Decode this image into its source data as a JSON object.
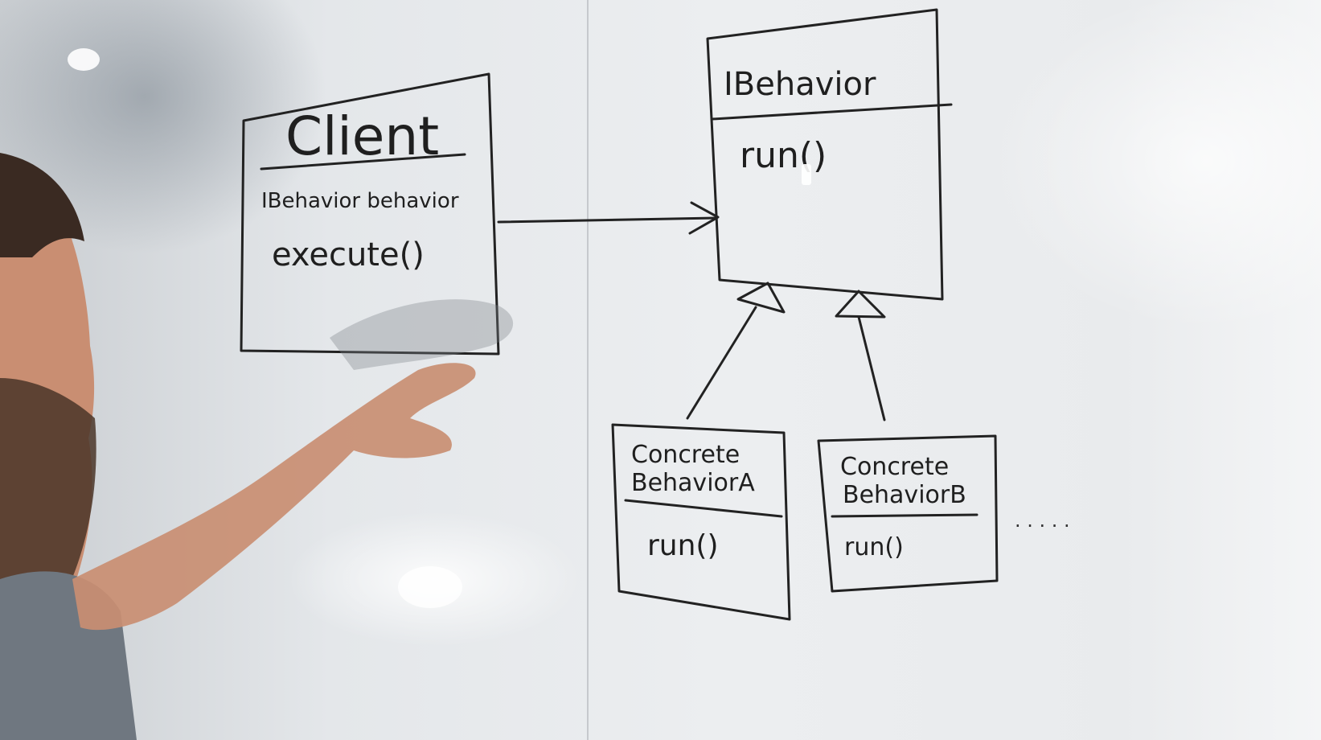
{
  "diagram": {
    "client_box": {
      "title": "Client",
      "field": "IBehavior behavior",
      "method": "execute()"
    },
    "interface_box": {
      "title": "IBehavior",
      "method": "run()"
    },
    "concrete_a": {
      "title_line1": "Concrete",
      "title_line2": "BehaviorA",
      "method": "run()"
    },
    "concrete_b": {
      "title_line1": "Concrete",
      "title_line2": "BehaviorB",
      "method": "run()"
    },
    "ellipsis": "· · · · ·"
  },
  "colors": {
    "ink": "#222222",
    "board": "#e6e9ec",
    "skin": "#c98e72",
    "hair": "#3a2a22",
    "shirt": "#6f7780"
  }
}
